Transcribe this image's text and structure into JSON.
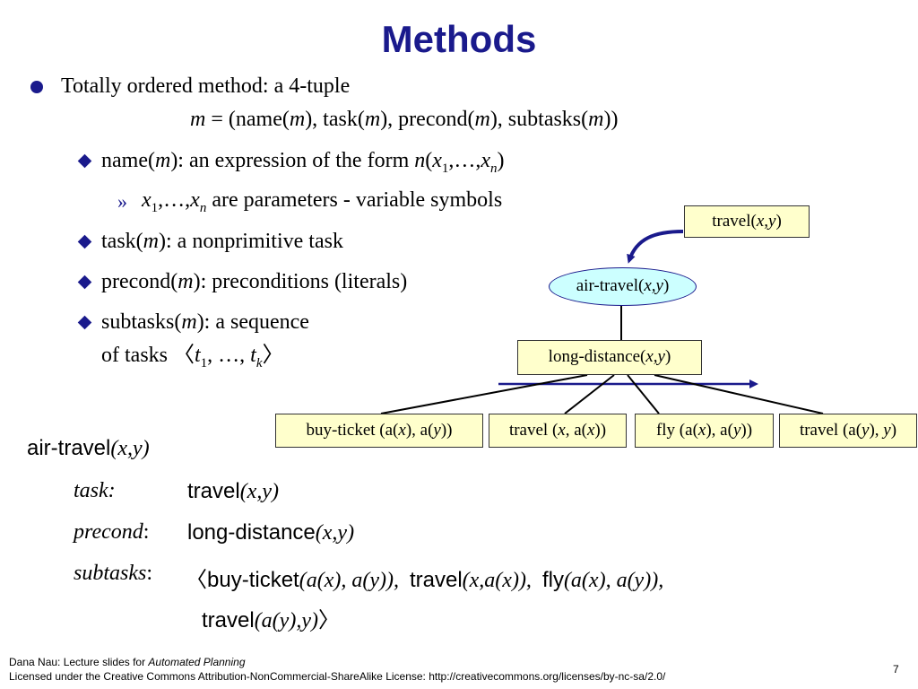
{
  "slide": {
    "title": "Methods",
    "page_number": "7"
  },
  "bullets": {
    "b1": {
      "text": "Totally ordered method: a 4-tuple"
    },
    "tuple": {
      "m": "m",
      "eq": " = (name(",
      "m1": "m",
      "t1": "), task(",
      "m2": "m",
      "t2": "), precond(",
      "m3": "m",
      "t3": "), subtasks(",
      "m4": "m",
      "t4": "))"
    },
    "name": {
      "a": "name(",
      "m": "m",
      "b": "): an expression of the form ",
      "n": "n",
      "p": "(",
      "x1": "x",
      "s1": "1",
      "mid": ",…,",
      "xn": "x",
      "sn": "n",
      "end": ")"
    },
    "params": {
      "marker": "»",
      "x1": "x",
      "s1": "1",
      "mid": ",…,",
      "xn": "x",
      "sn": "n",
      "rest": " are parameters - variable symbols"
    },
    "task": {
      "a": "task(",
      "m": "m",
      "b": "): a nonprimitive task"
    },
    "precond": {
      "a": "precond(",
      "m": "m",
      "b": "): preconditions (literals)"
    },
    "subtasks": {
      "a": "subtasks(",
      "m": "m",
      "b": "): a sequence",
      "line2a": "of tasks 〈",
      "t1": "t",
      "s1": "1",
      "mid": ", …, ",
      "tk": "t",
      "sk": "k",
      "end": "〉"
    }
  },
  "diagram": {
    "travel_top": {
      "a": "travel(",
      "x": "x",
      "c": ",",
      "y": "y",
      "b": ")"
    },
    "air_travel": {
      "a": "air-travel(",
      "x": "x",
      "c": ",",
      "y": "y",
      "b": ")"
    },
    "long_distance": {
      "a": "long-distance(",
      "x": "x",
      "c": ",",
      "y": "y",
      "b": ")"
    },
    "sub1": {
      "a": "buy-ticket (a(",
      "x": "x",
      "b": "), a(",
      "y": "y",
      "c": "))"
    },
    "sub2": {
      "a": "travel (",
      "x": "x",
      "b": ", a(",
      "x2": "x",
      "c": "))"
    },
    "sub3": {
      "a": "fly (a(",
      "x": "x",
      "b": "), a(",
      "y": "y",
      "c": "))"
    },
    "sub4": {
      "a": "travel (a(",
      "y": "y",
      "b": "), ",
      "y2": "y",
      "c": ")"
    },
    "colors": {
      "accent": "#1a1a8c",
      "box_fill": "#ffffcc",
      "node_fill": "#ccffff"
    }
  },
  "example": {
    "head": {
      "name": "air-travel",
      "args": "(x,y)"
    },
    "task": {
      "label": "task:",
      "name": "travel",
      "args": "(x,y)"
    },
    "precond": {
      "label": "precond",
      "colon": ":",
      "name": "long-distance",
      "args": "(x,y)"
    },
    "subtasks": {
      "label": "subtasks",
      "colon": ":",
      "lang": "〈",
      "n1": "buy-ticket",
      "a1": "(a(x), a(y)),",
      "n2": "travel",
      "a2": "(x,a(x)),",
      "n3": "fly",
      "a3": "(a(x), a(y)),",
      "n4": "travel",
      "a4": "(a(y),y)",
      "rang": "〉"
    }
  },
  "footer": {
    "line1_a": "Dana Nau: Lecture slides for ",
    "line1_b": "Automated Planning",
    "line2": "Licensed under the Creative Commons Attribution-NonCommercial-ShareAlike License: http://creativecommons.org/licenses/by-nc-sa/2.0/"
  }
}
